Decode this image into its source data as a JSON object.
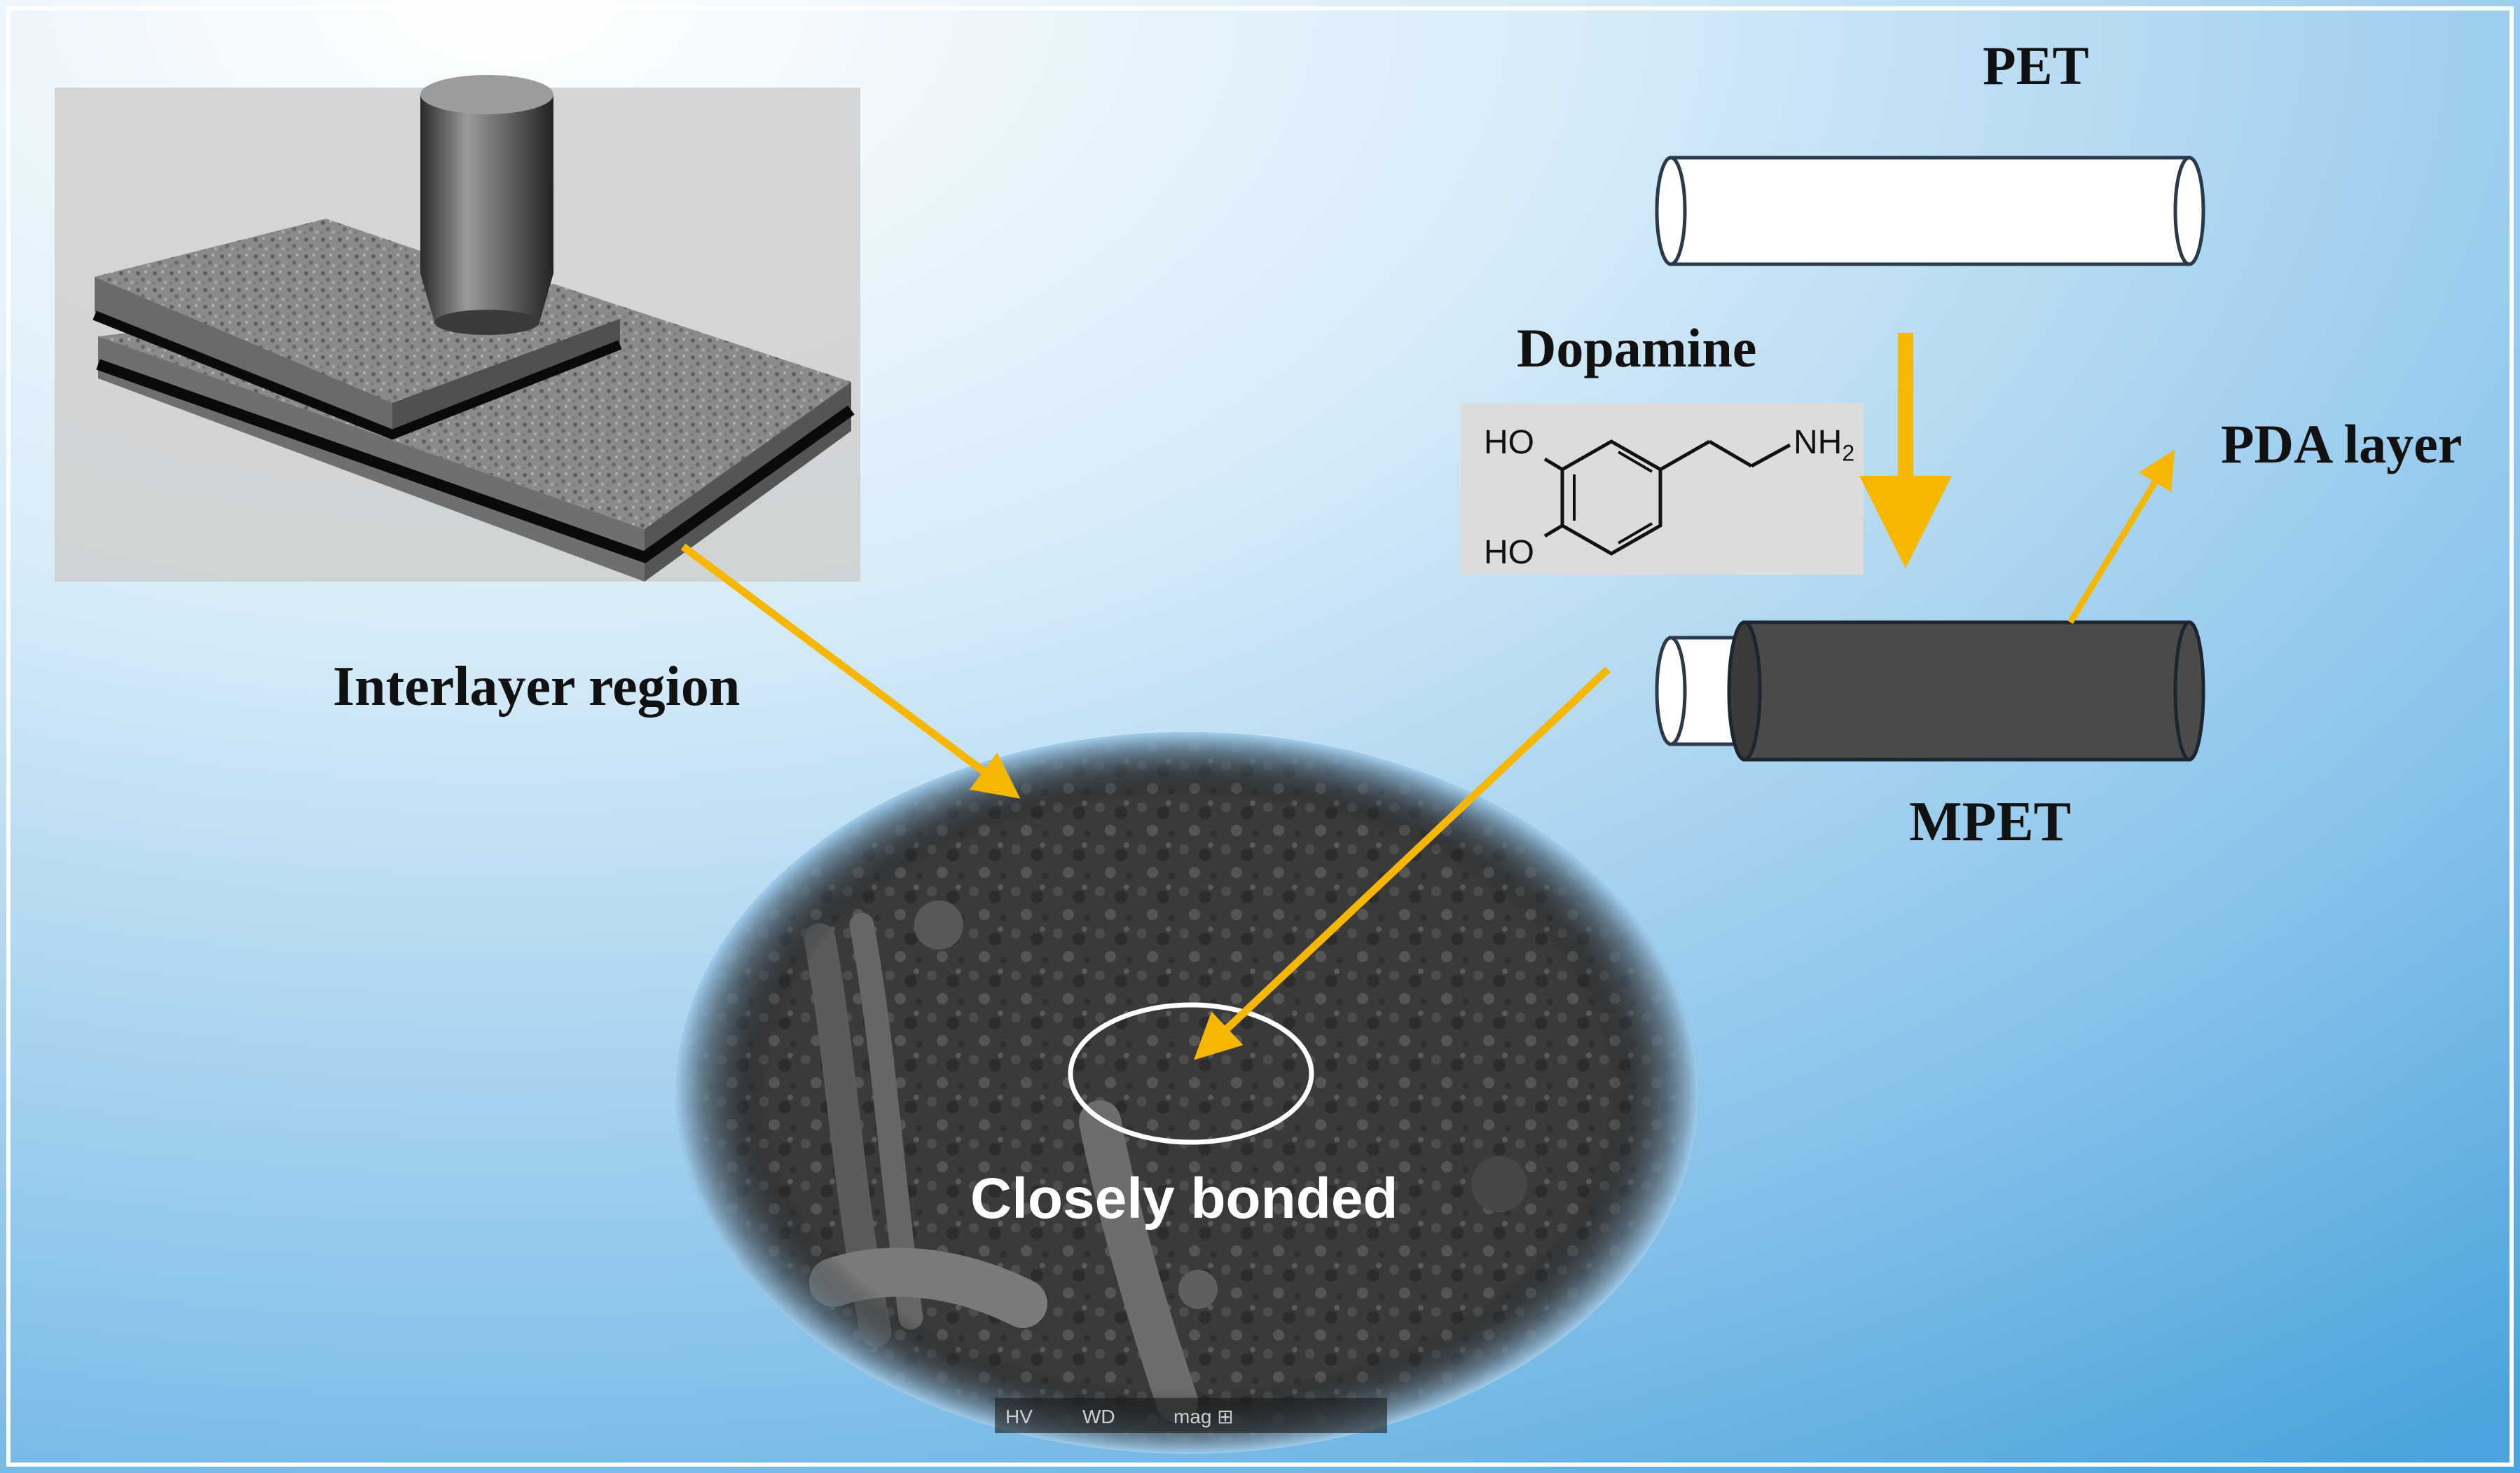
{
  "labels": {
    "pet": "PET",
    "dopamine": "Dopamine",
    "pda_layer": "PDA layer",
    "interlayer_region": "Interlayer region",
    "mpet": "MPET",
    "closely_bonded": "Closely bonded"
  },
  "chemical": {
    "ho_top": "HO",
    "ho_bottom": "HO",
    "nh": "NH",
    "nh_subscript": "2"
  },
  "sem_info": {
    "hv": "HV",
    "wd": "WD",
    "mag": "mag ⊞"
  },
  "colors": {
    "arrow": "#f5b700",
    "background_light": "#ffffff",
    "background_dark": "#4aa3dc",
    "fiber_coating": "#4a4a4a"
  }
}
